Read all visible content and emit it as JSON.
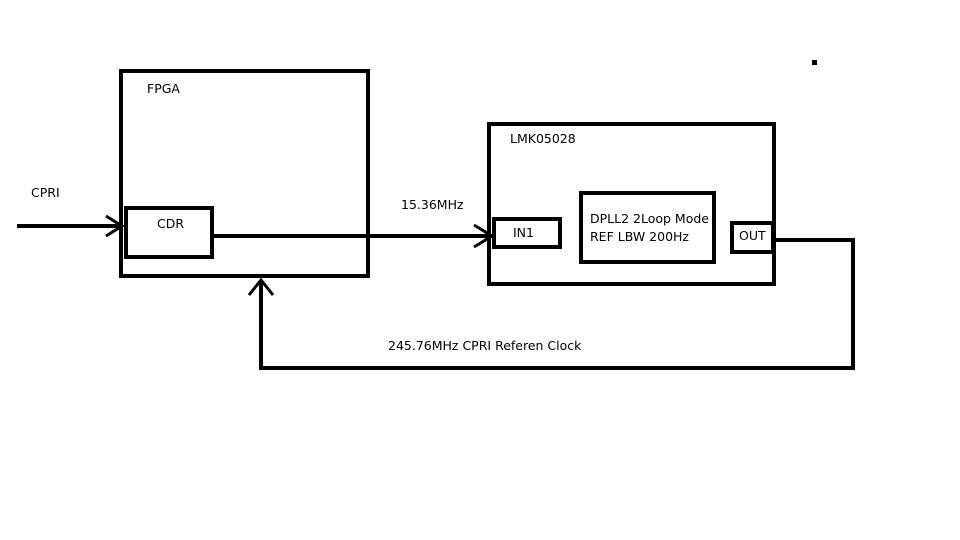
{
  "diagram": {
    "input_label": "CPRI",
    "fpga": {
      "title": "FPGA",
      "cdr_label": "CDR"
    },
    "lmk": {
      "title": "LMK05028",
      "in_label": "IN1",
      "dpll_line1": "DPLL2 2Loop Mode",
      "dpll_line2": "REF LBW 200Hz",
      "out_label": "OUT"
    },
    "link_freq_label": "15.36MHz",
    "feedback_label": "245.76MHz CPRI Referen Clock",
    "line_color": "#000000"
  }
}
